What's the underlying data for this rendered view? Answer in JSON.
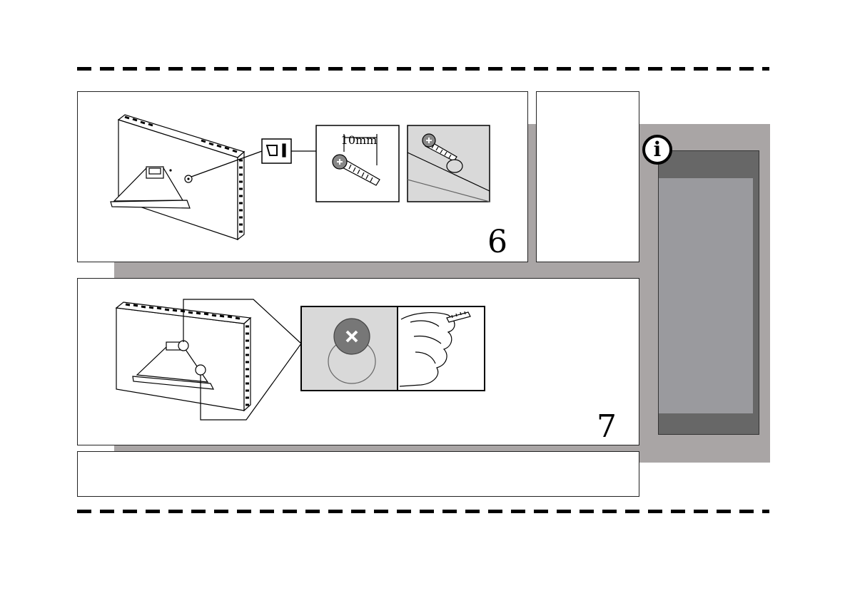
{
  "steps": [
    {
      "number": "6",
      "measurement": "10mm"
    },
    {
      "number": "7"
    }
  ],
  "info_icon_glyph": "i",
  "colors": {
    "background_gray": "#a9a5a5",
    "info_panel_dark": "#676767",
    "info_panel_light": "#9a9a9e",
    "detail_fill": "#d9d9d9"
  }
}
